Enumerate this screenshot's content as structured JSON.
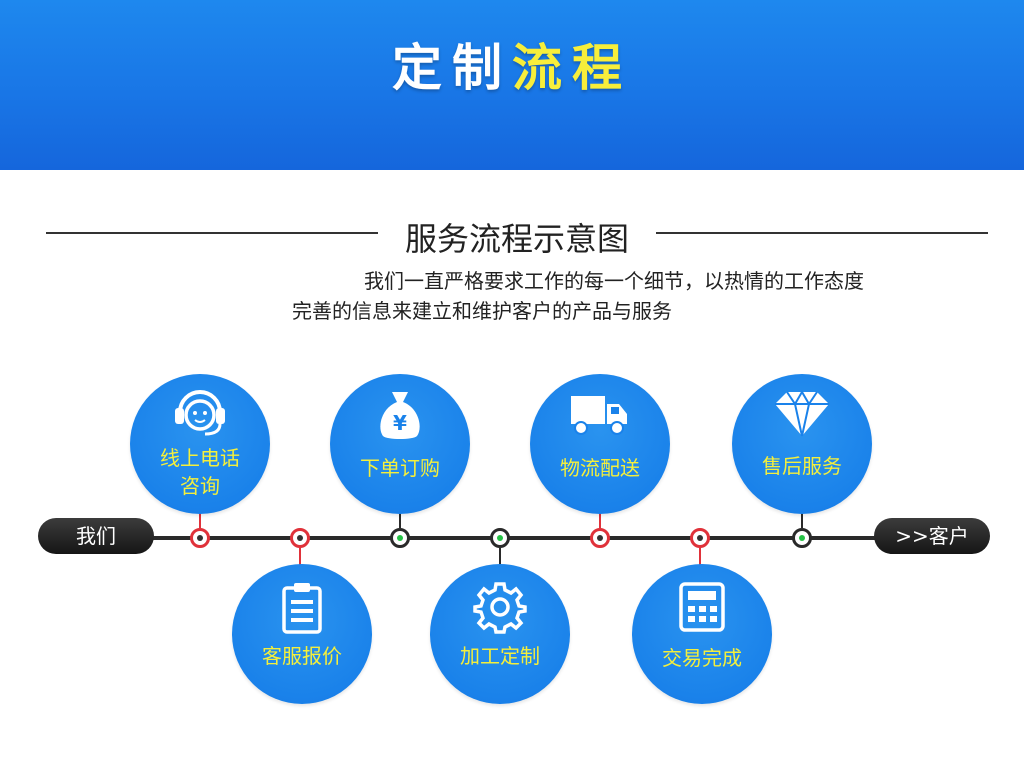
{
  "banner": {
    "title_part1": "定制",
    "title_part2": "流程"
  },
  "section": {
    "heading": "服务流程示意图"
  },
  "description": {
    "line1": "我们一直严格要求工作的每一个细节，以热情的工作态度",
    "line2": "完善的信息来建立和维护客户的产品与服务"
  },
  "timeline": {
    "start_label": "我们",
    "end_label": ">>客户"
  },
  "steps": [
    {
      "label_line1": "线上电话",
      "label_line2": "咨询",
      "icon": "headset-icon"
    },
    {
      "label_line1": "客服报价",
      "label_line2": "",
      "icon": "clipboard-icon"
    },
    {
      "label_line1": "下单订购",
      "label_line2": "",
      "icon": "money-bag-icon"
    },
    {
      "label_line1": "加工定制",
      "label_line2": "",
      "icon": "gear-icon"
    },
    {
      "label_line1": "物流配送",
      "label_line2": "",
      "icon": "truck-icon"
    },
    {
      "label_line1": "交易完成",
      "label_line2": "",
      "icon": "calculator-icon"
    },
    {
      "label_line1": "售后服务",
      "label_line2": "",
      "icon": "diamond-icon"
    }
  ],
  "icon_text": {
    "money_symbol": "¥"
  },
  "colors": {
    "banner_blue": "#1976e6",
    "title_yellow": "#f7ee3b",
    "node_blue": "#1a82ea",
    "label_yellow": "#f4ef3c",
    "dot_red": "#e0323a",
    "dot_green": "#26c246"
  }
}
